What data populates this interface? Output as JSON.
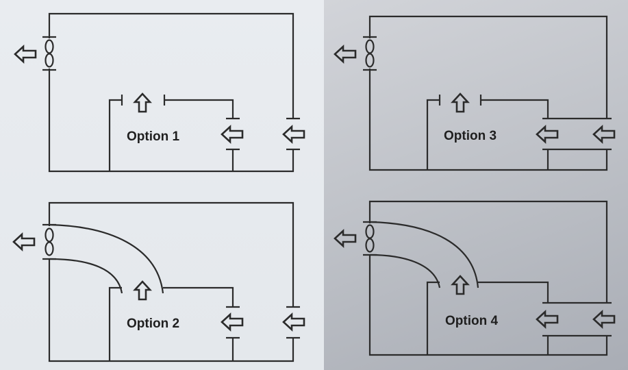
{
  "panels": [
    {
      "label": "Option 1"
    },
    {
      "label": "Option 2"
    },
    {
      "label": "Option 3"
    },
    {
      "label": "Option 4"
    }
  ],
  "colors": {
    "line": "#2b2b2b",
    "left_background": "#e9ecf0",
    "right_background": "#c0c3c9"
  },
  "icons": [
    "fan-icon",
    "arrow-left-icon",
    "arrow-up-icon"
  ]
}
